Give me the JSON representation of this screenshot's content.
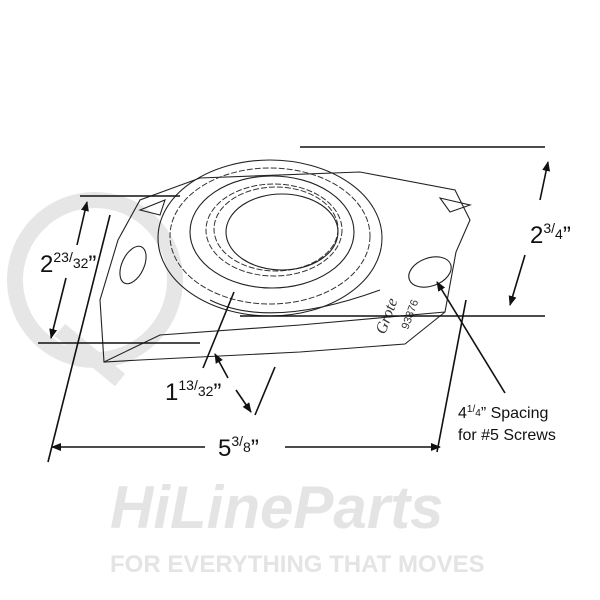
{
  "watermark": {
    "brand": "HiLineParts",
    "tagline": "FOR EVERYTHING THAT MOVES",
    "color": "#e2e2e2",
    "accent": "#f3c9c9"
  },
  "part_stamp": {
    "brand": "Grote",
    "number": "93876"
  },
  "dimensions": {
    "height_right": {
      "whole": "2",
      "num": "3",
      "den": "4",
      "unit": "”"
    },
    "height_left": {
      "whole": "2",
      "num": "23",
      "den": "32",
      "unit": "”"
    },
    "flange_height": {
      "whole": "1",
      "num": "13",
      "den": "32",
      "unit": "”"
    },
    "width": {
      "whole": "5",
      "num": "3",
      "den": "8",
      "unit": "”"
    }
  },
  "note": {
    "line1_whole": "4",
    "line1_num": "1",
    "line1_den": "4",
    "line1_rest": "” Spacing",
    "line2": "for #5 Screws"
  }
}
